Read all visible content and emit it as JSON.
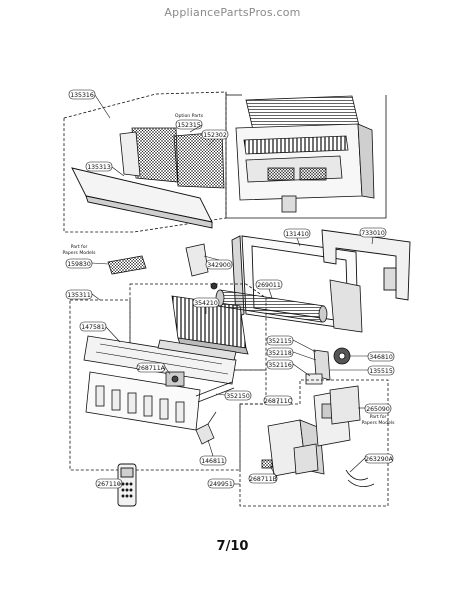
{
  "site": {
    "header": "AppliancePartsPros.com"
  },
  "page": {
    "number": "7/10"
  },
  "notes": {
    "option_parts": "Option Parts",
    "part_models_left_1": "Part for",
    "part_models_left_2": "Papers Models",
    "part_models_right_1": "Part for",
    "part_models_right_2": "Papers Models"
  },
  "parts": {
    "p135316": "135316",
    "p135313": "135313",
    "p152315": "152315",
    "p152302": "152302",
    "p131410": "131410",
    "p733010": "733010",
    "p159830": "159830",
    "p342900": "342900",
    "p269011": "269011",
    "p135311": "135311",
    "p354210": "354210",
    "p147581": "147581",
    "p352115": "352115",
    "p352118": "352118",
    "p352116": "352116",
    "p346810": "346810",
    "p135515": "135515",
    "p268711a": "268711A",
    "p352150": "352150",
    "p268711c": "268711C",
    "p265090": "265090",
    "p263290a": "263290A",
    "p146811": "146811",
    "p268711b": "268711B",
    "p267110": "267110",
    "p249951": "249951"
  }
}
